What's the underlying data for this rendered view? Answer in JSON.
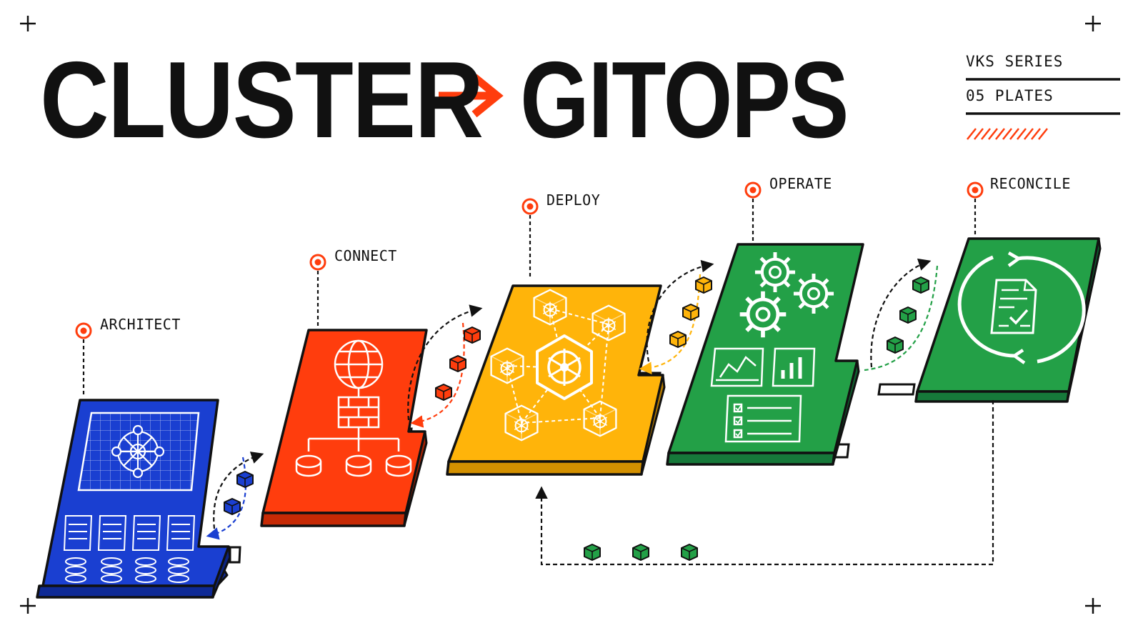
{
  "title": {
    "left_word": "CLUSTER",
    "right_word": "GITOPS",
    "arrow_icon": "right-arrow-icon"
  },
  "series": {
    "name": "VKS SERIES",
    "count": "05 PLATES"
  },
  "stages": [
    {
      "label": "ARCHITECT",
      "color": "#1a3fd1",
      "icon": "blueprint-network-servers-icon"
    },
    {
      "label": "CONNECT",
      "color": "#ff3d0d",
      "icon": "globe-firewall-routers-icon"
    },
    {
      "label": "DEPLOY",
      "color": "#ffb40a",
      "icon": "kubernetes-pods-icon"
    },
    {
      "label": "OPERATE",
      "color": "#23a047",
      "icon": "gears-dashboard-checklist-icon"
    },
    {
      "label": "RECONCILE",
      "color": "#23a047",
      "icon": "sync-document-check-icon"
    }
  ],
  "colors": {
    "ink": "#111111",
    "accent": "#ff3d0d",
    "blue": "#1a3fd1",
    "red": "#ff3d0d",
    "yellow": "#ffb40a",
    "green": "#23a047"
  }
}
